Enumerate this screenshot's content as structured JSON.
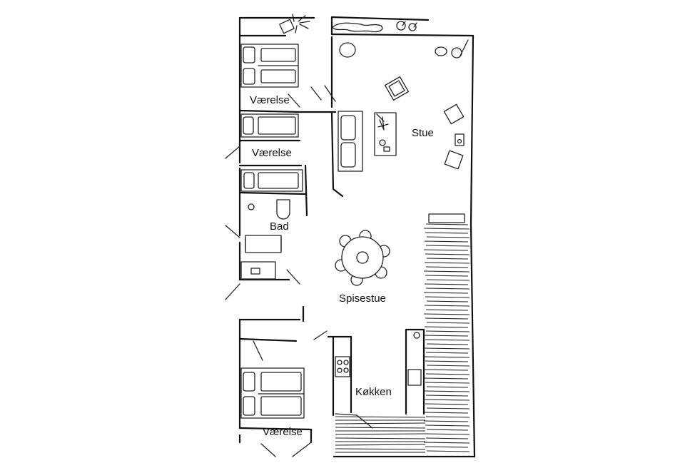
{
  "rooms": {
    "bedroom_top": "Værelse",
    "bedroom_mid": "Værelse",
    "bathroom": "Bad",
    "living_room": "Stue",
    "dining_room": "Spisestue",
    "kitchen": "Køkken",
    "bedroom_bottom": "Værelse"
  }
}
